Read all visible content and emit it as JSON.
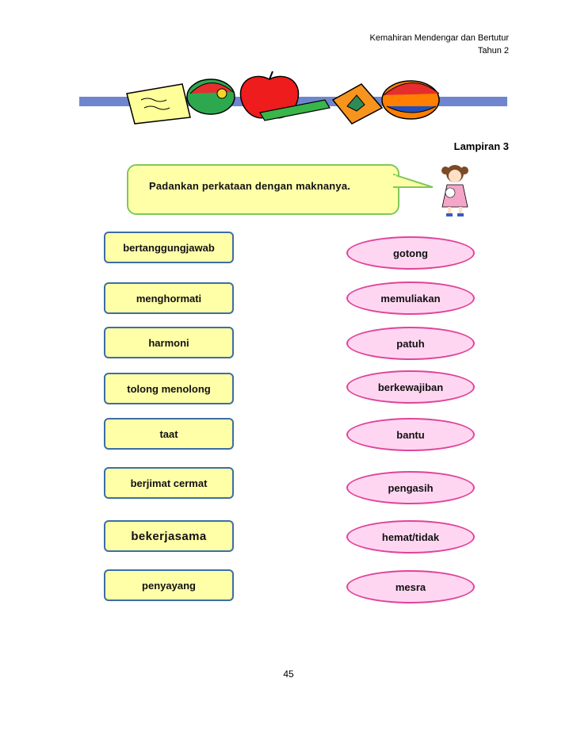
{
  "header": {
    "line1": "Kemahiran Mendengar dan Bertutur",
    "line2": "Tahun 2"
  },
  "appendix_label": "Lampiran 3",
  "instruction": "Padankan perkataan dengan maknanya.",
  "words": [
    {
      "text": "bertanggungjawab"
    },
    {
      "text": "menghormati"
    },
    {
      "text": "harmoni"
    },
    {
      "text": "tolong menolong"
    },
    {
      "text": "taat"
    },
    {
      "text": "berjimat cermat"
    },
    {
      "text": "bekerjasama"
    },
    {
      "text": "penyayang"
    }
  ],
  "meanings": [
    {
      "text": "gotong"
    },
    {
      "text": "memuliakan"
    },
    {
      "text": "patuh"
    },
    {
      "text": "berkewajiban"
    },
    {
      "text": "bantu"
    },
    {
      "text": "pengasih"
    },
    {
      "text": "hemat/tidak"
    },
    {
      "text": "mesra"
    }
  ],
  "page_number": "45",
  "colors": {
    "word_fill": "#ffffa8",
    "word_border": "#3b6ea5",
    "meaning_fill": "#ffd6f1",
    "meaning_border": "#e0449a",
    "bubble_border": "#7fc957"
  }
}
